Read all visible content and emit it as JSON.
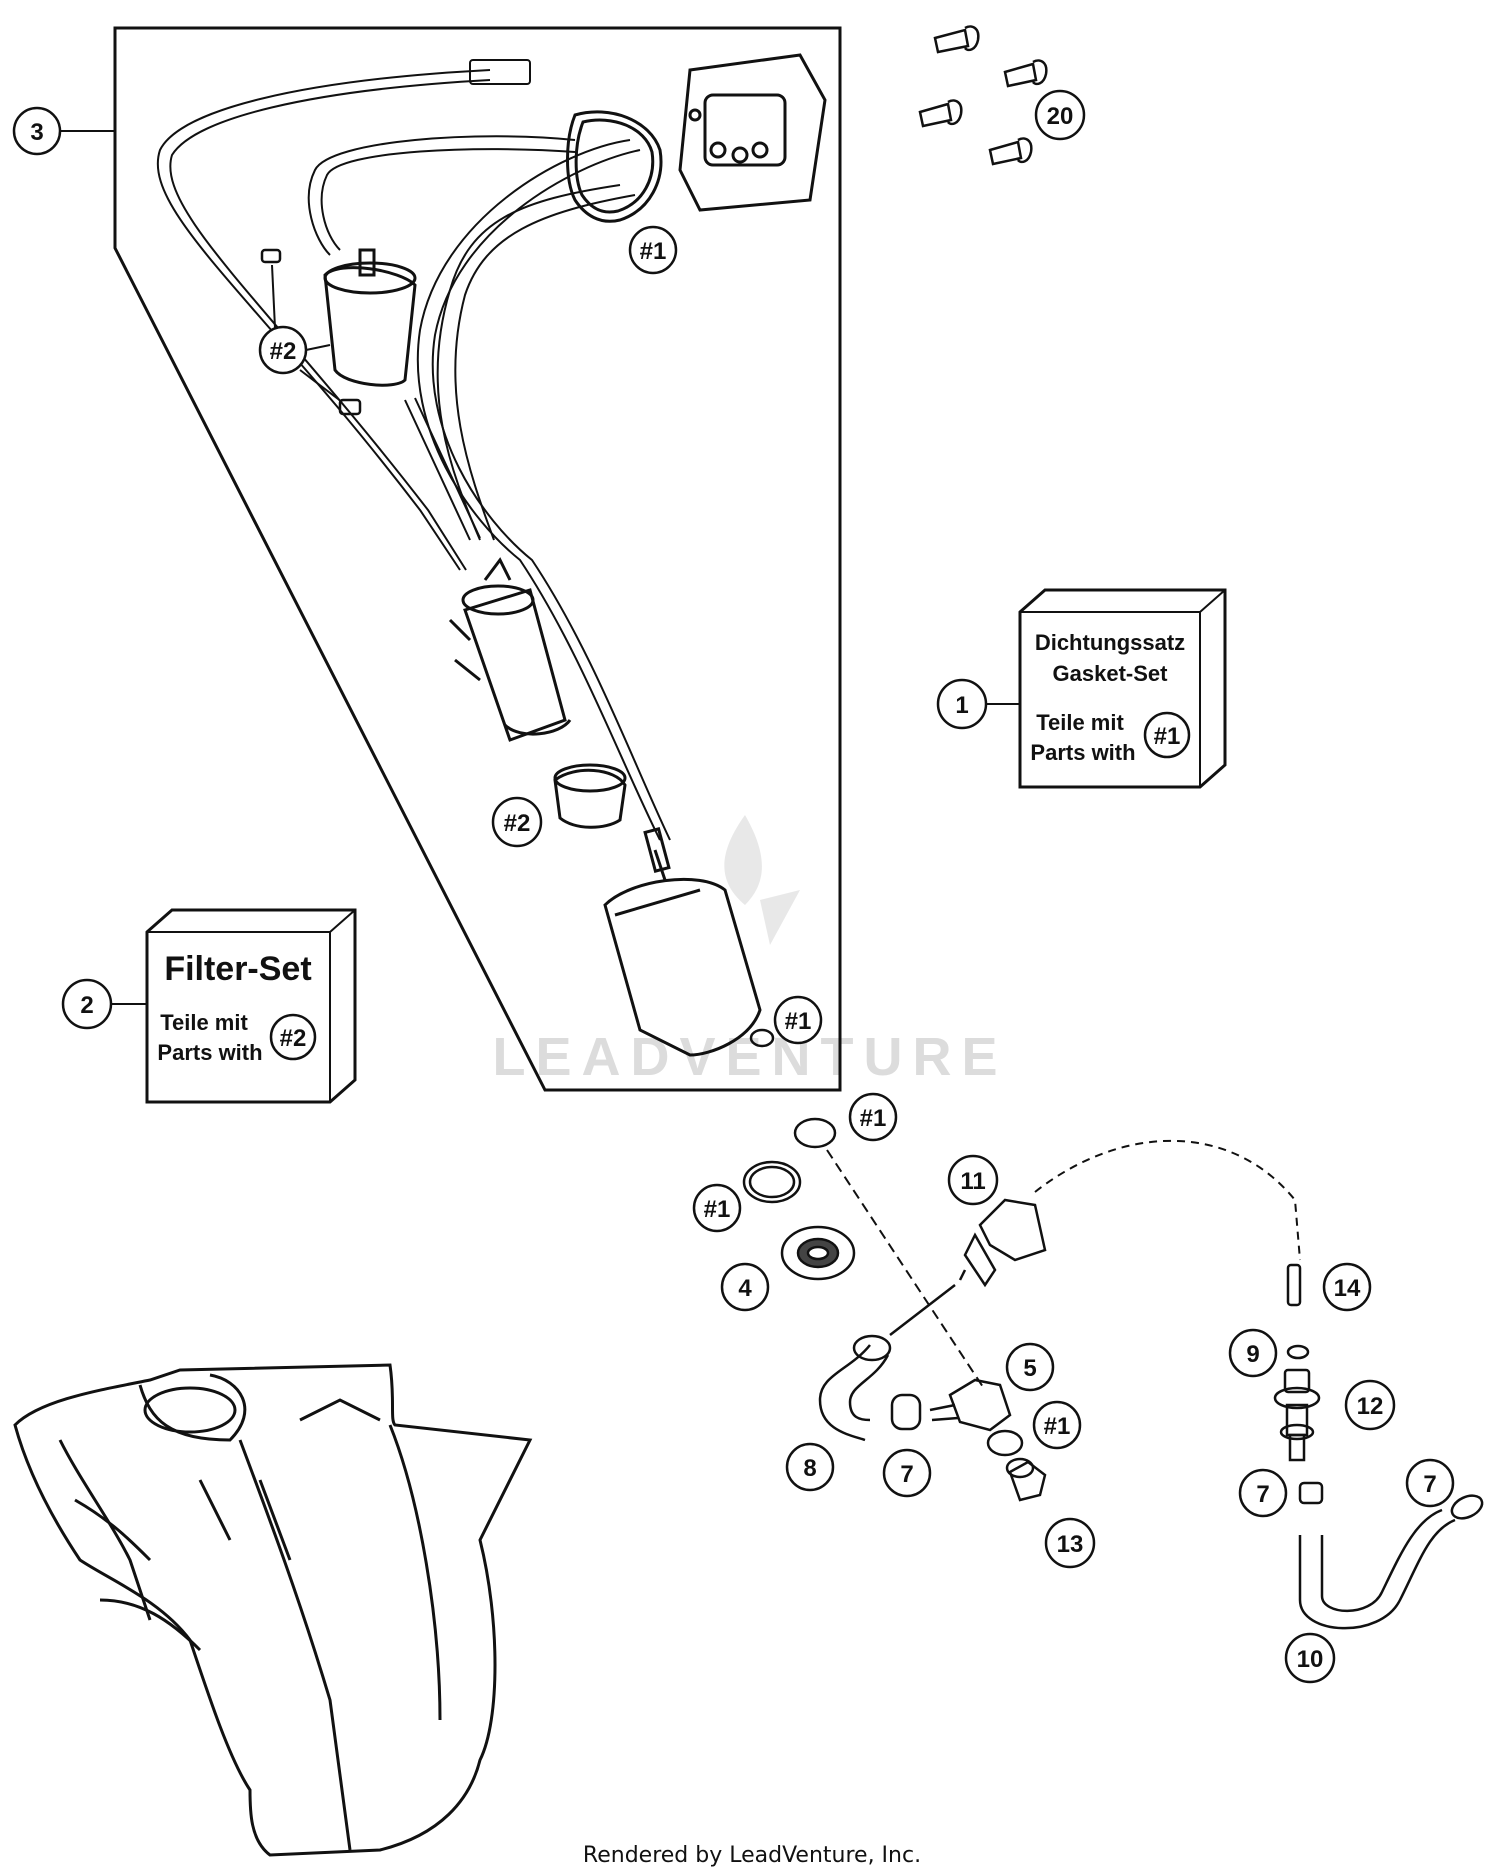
{
  "diagram": {
    "callouts": {
      "c1": "1",
      "c2": "2",
      "c3": "3",
      "c4": "4",
      "c5": "5",
      "c7a": "7",
      "c7b": "7",
      "c7c": "7",
      "c8": "8",
      "c9": "9",
      "c10": "10",
      "c11": "11",
      "c12": "12",
      "c13": "13",
      "c14": "14",
      "c20": "20",
      "h1a": "#1",
      "h1b": "#1",
      "h1c": "#1",
      "h1d": "#1",
      "h1e": "#1",
      "h1f": "#1",
      "h2a": "#2",
      "h2b": "#2",
      "h2c": "#2"
    },
    "gasket_box": {
      "line1": "Dichtungssatz",
      "line2": "Gasket-Set",
      "line3": "Teile mit",
      "line4": "Parts with",
      "ref": "#1"
    },
    "filter_box": {
      "title": "Filter-Set",
      "line1": "Teile mit",
      "line2": "Parts with",
      "ref": "#2"
    },
    "watermark": "LEADVENTURE",
    "footer": "Rendered by LeadVenture, Inc."
  }
}
